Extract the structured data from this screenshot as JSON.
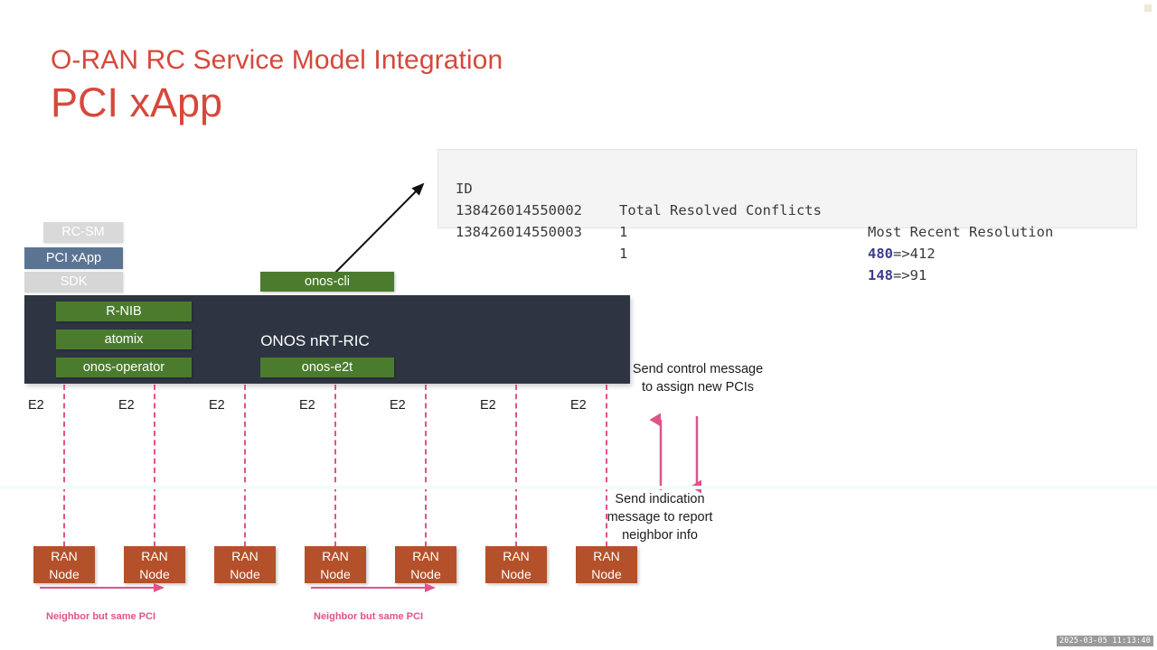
{
  "slide": {
    "subtitle": "O-RAN RC Service Model Integration",
    "title": "PCI xApp",
    "title_color": "#d6483b",
    "timestamp": "2025-03-05 11:13:40"
  },
  "cli_table": {
    "headers": [
      "ID",
      "Total Resolved Conflicts",
      "Most Recent Resolution"
    ],
    "rows": [
      {
        "id": "138426014550002",
        "conflicts": "1",
        "res_old": "480",
        "res_arrow": "=>",
        "res_new": "412"
      },
      {
        "id": "138426014550003",
        "conflicts": "1",
        "res_old": "148",
        "res_arrow": "=>",
        "res_new": "91"
      }
    ],
    "background": "#f4f4f4",
    "highlight_color": "#3b3b8f"
  },
  "app_stack": {
    "items": [
      {
        "label": "RC-SM",
        "color": "#d9d9d9"
      },
      {
        "label": "PCI xApp",
        "color": "#5b7493"
      },
      {
        "label": "SDK",
        "color": "#d6d6d6"
      }
    ]
  },
  "onos_ric": {
    "label": "ONOS nRT-RIC",
    "background": "#2e3442",
    "component_color": "#4b7c2e",
    "components": [
      {
        "label": "R-NIB"
      },
      {
        "label": "atomix"
      },
      {
        "label": "onos-operator"
      },
      {
        "label": "onos-e2t"
      }
    ],
    "external_component": {
      "label": "onos-cli"
    }
  },
  "e2_links": {
    "label": "E2",
    "color": "#e25287",
    "labels": [
      "E2",
      "E2",
      "E2",
      "E2",
      "E2",
      "E2",
      "E2"
    ]
  },
  "ran_nodes": {
    "color": "#b4512a",
    "line1": "RAN",
    "line2": "Node",
    "nodes": [
      {
        "line1": "RAN",
        "line2": "Node"
      },
      {
        "line1": "RAN",
        "line2": "Node"
      },
      {
        "line1": "RAN",
        "line2": "Node"
      },
      {
        "line1": "RAN",
        "line2": "Node"
      },
      {
        "line1": "RAN",
        "line2": "Node"
      },
      {
        "line1": "RAN",
        "line2": "Node"
      },
      {
        "line1": "RAN",
        "line2": "Node"
      }
    ]
  },
  "neighbor_notes": {
    "color": "#e0528a",
    "captions": [
      "Neighbor but same PCI",
      "Neighbor but same PCI"
    ]
  },
  "messages": {
    "control": "Send control message to assign new PCIs",
    "indication": "Send indication message to report neighbor info",
    "arrow_color": "#e0528a"
  }
}
